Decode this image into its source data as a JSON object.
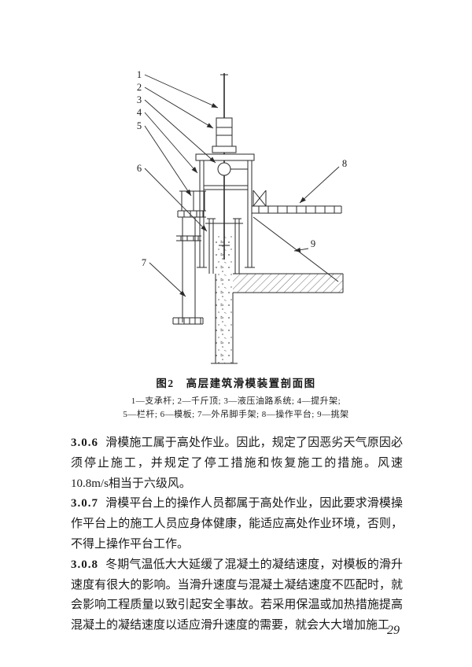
{
  "page": {
    "number": "29"
  },
  "figure": {
    "caption": "图2　高层建筑滑模装置剖面图",
    "legend_lines": [
      "1—支承杆; 2—千斤顶; 3—液压油路系统; 4—提升架;",
      "5—栏杆; 6—模板; 7—外吊脚手架; 8—操作平台; 9—挑架"
    ],
    "part_labels": [
      "1",
      "2",
      "3",
      "4",
      "5",
      "6",
      "7",
      "8",
      "9"
    ]
  },
  "clauses": [
    {
      "num": "3.0.6",
      "text": "滑模施工属于高处作业。因此，规定了因恶劣天气原因必须停止施工，并规定了停工措施和恢复施工的措施。风速10.8m/s相当于六级风。"
    },
    {
      "num": "3.0.7",
      "text": "滑模平台上的操作人员都属于高处作业，因此要求滑模操作平台上的施工人员应身体健康，能适应高处作业环境，否则，不得上操作平台工作。"
    },
    {
      "num": "3.0.8",
      "text": "冬期气温低大大延缓了混凝土的凝结速度，对模板的滑升速度有很大的影响。当滑升速度与混凝土凝结速度不匹配时，就会影响工程质量以致引起安全事故。若采用保温或加热措施提高混凝土的凝结速度以适应滑升速度的需要，就会大大增加施工"
    }
  ]
}
